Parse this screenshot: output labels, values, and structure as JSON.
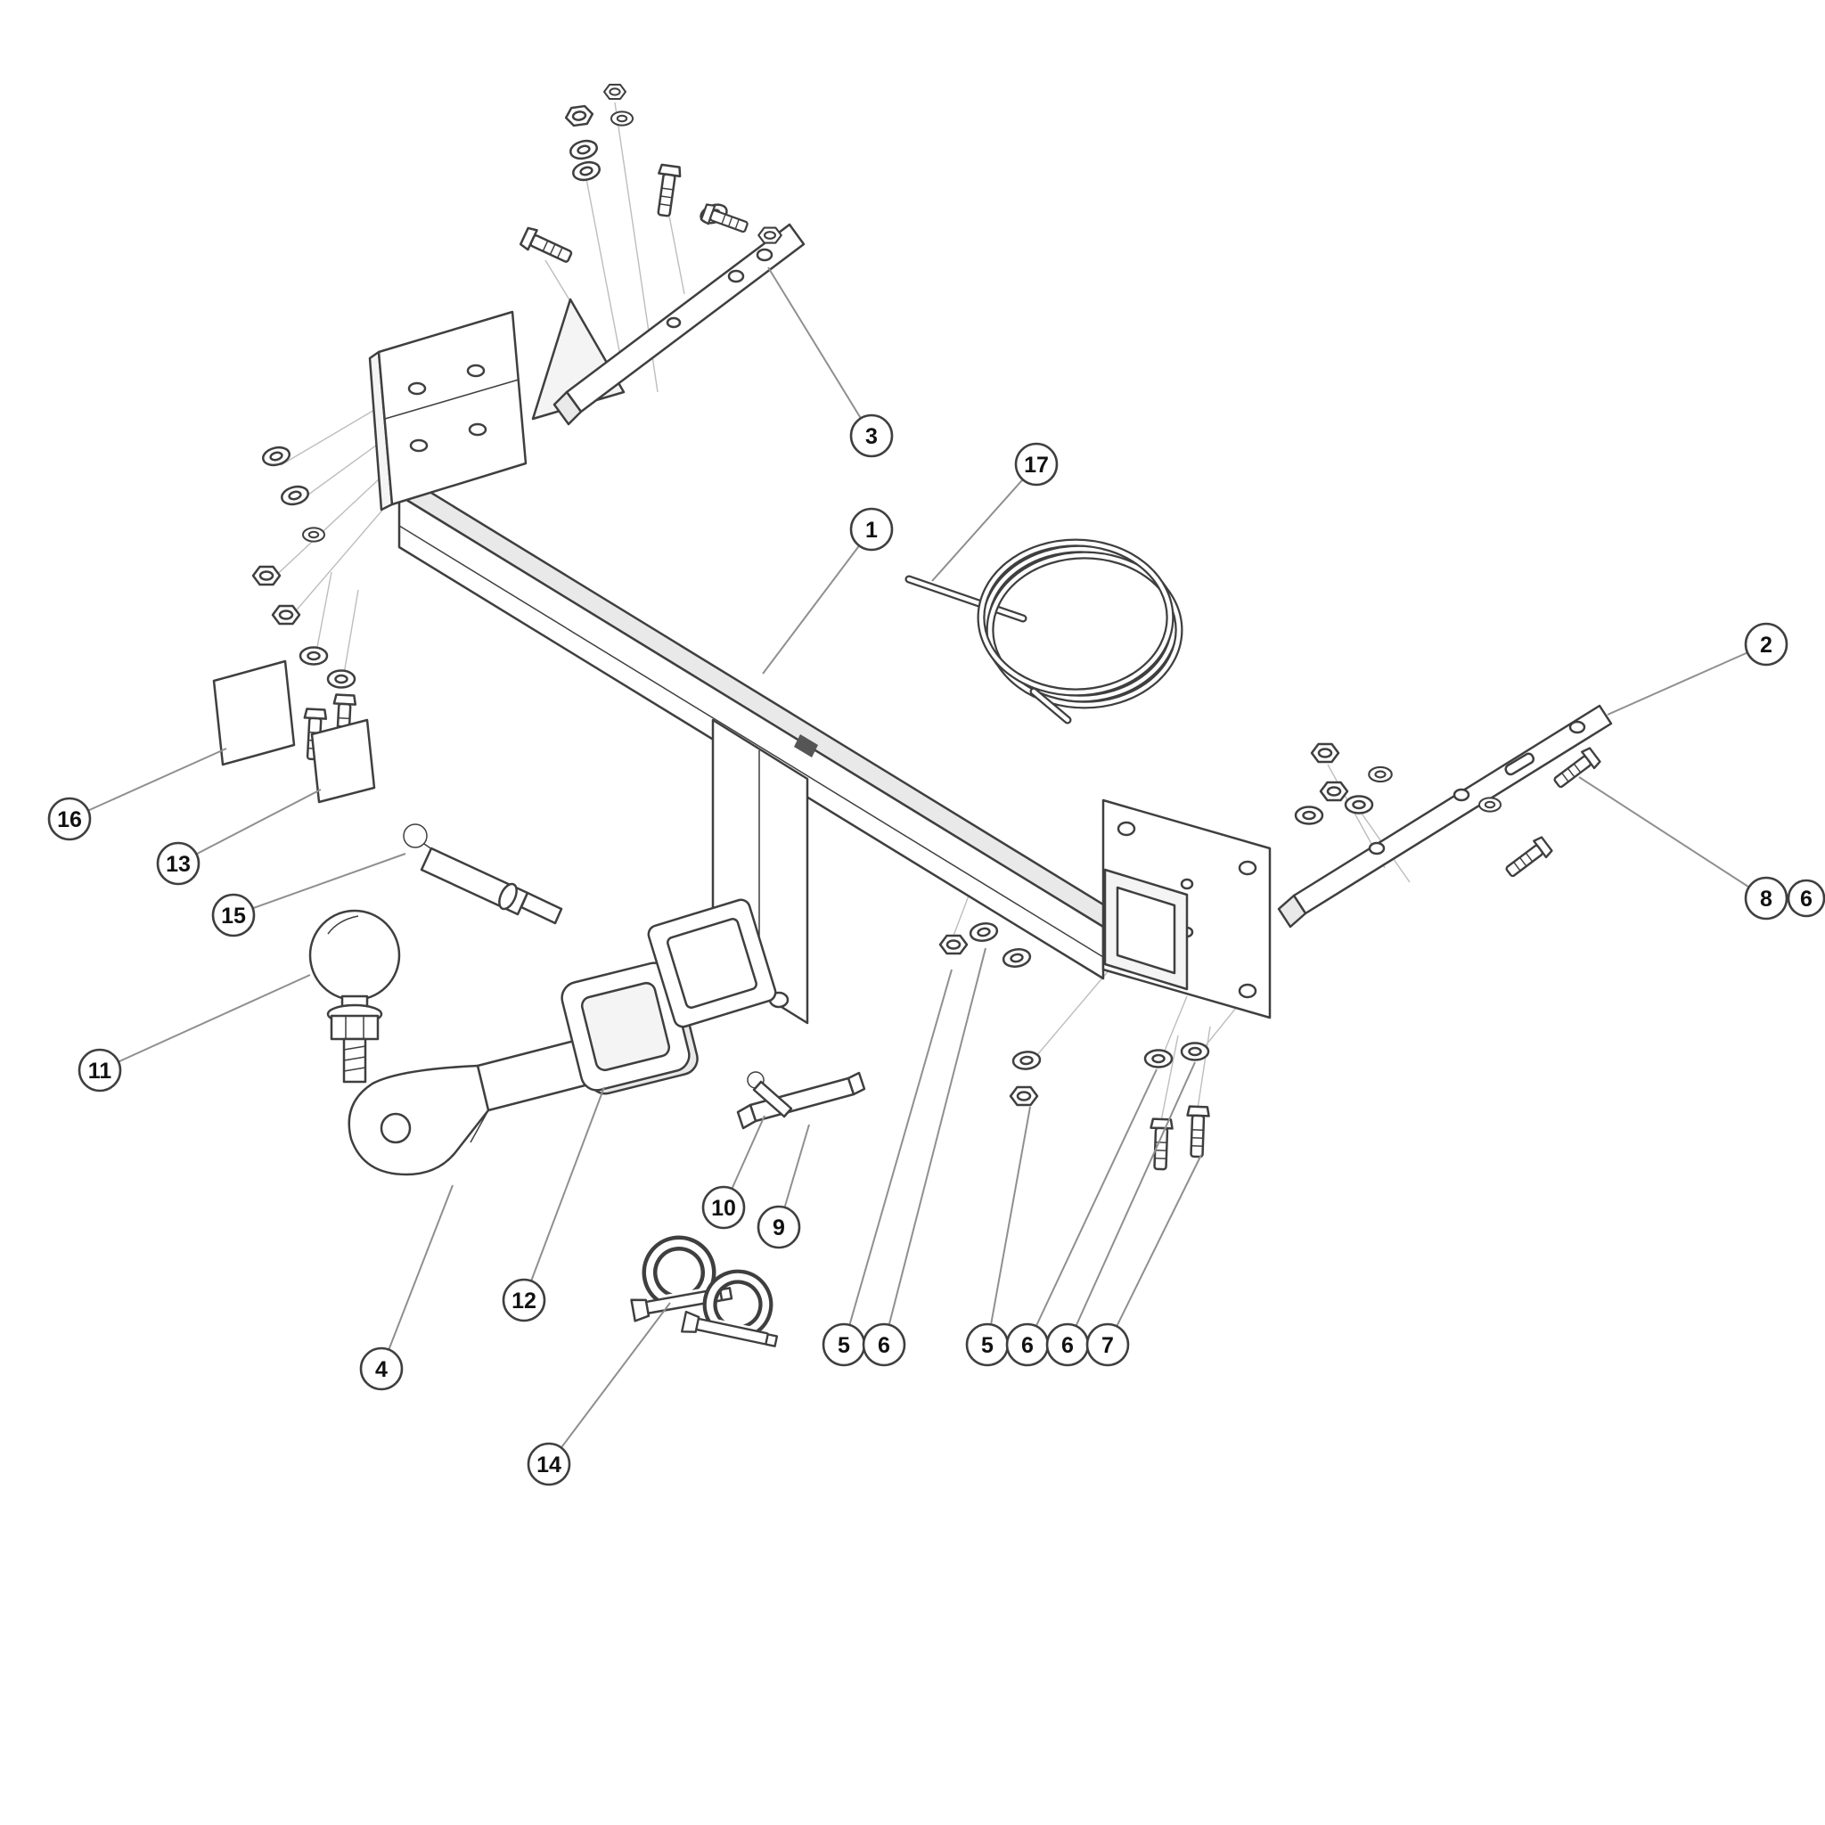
{
  "diagram": {
    "type": "exploded-parts-diagram",
    "subject": "towbar hitch assembly",
    "background_color": "#ffffff",
    "line_color": "#3f3f3f",
    "leader_color": "#8f8f8f",
    "callouts": {
      "b1": "1",
      "b2": "2",
      "b3": "3",
      "b4": "4",
      "b5a": "5",
      "b5b": "5",
      "b6a": "6",
      "b6b": "6",
      "b6c": "6",
      "b6d": "6",
      "b7": "7",
      "b8": "8",
      "b9": "9",
      "b10": "10",
      "b11": "11",
      "b12": "12",
      "b13": "13",
      "b14": "14",
      "b15": "15",
      "b16": "16",
      "b17": "17"
    }
  }
}
